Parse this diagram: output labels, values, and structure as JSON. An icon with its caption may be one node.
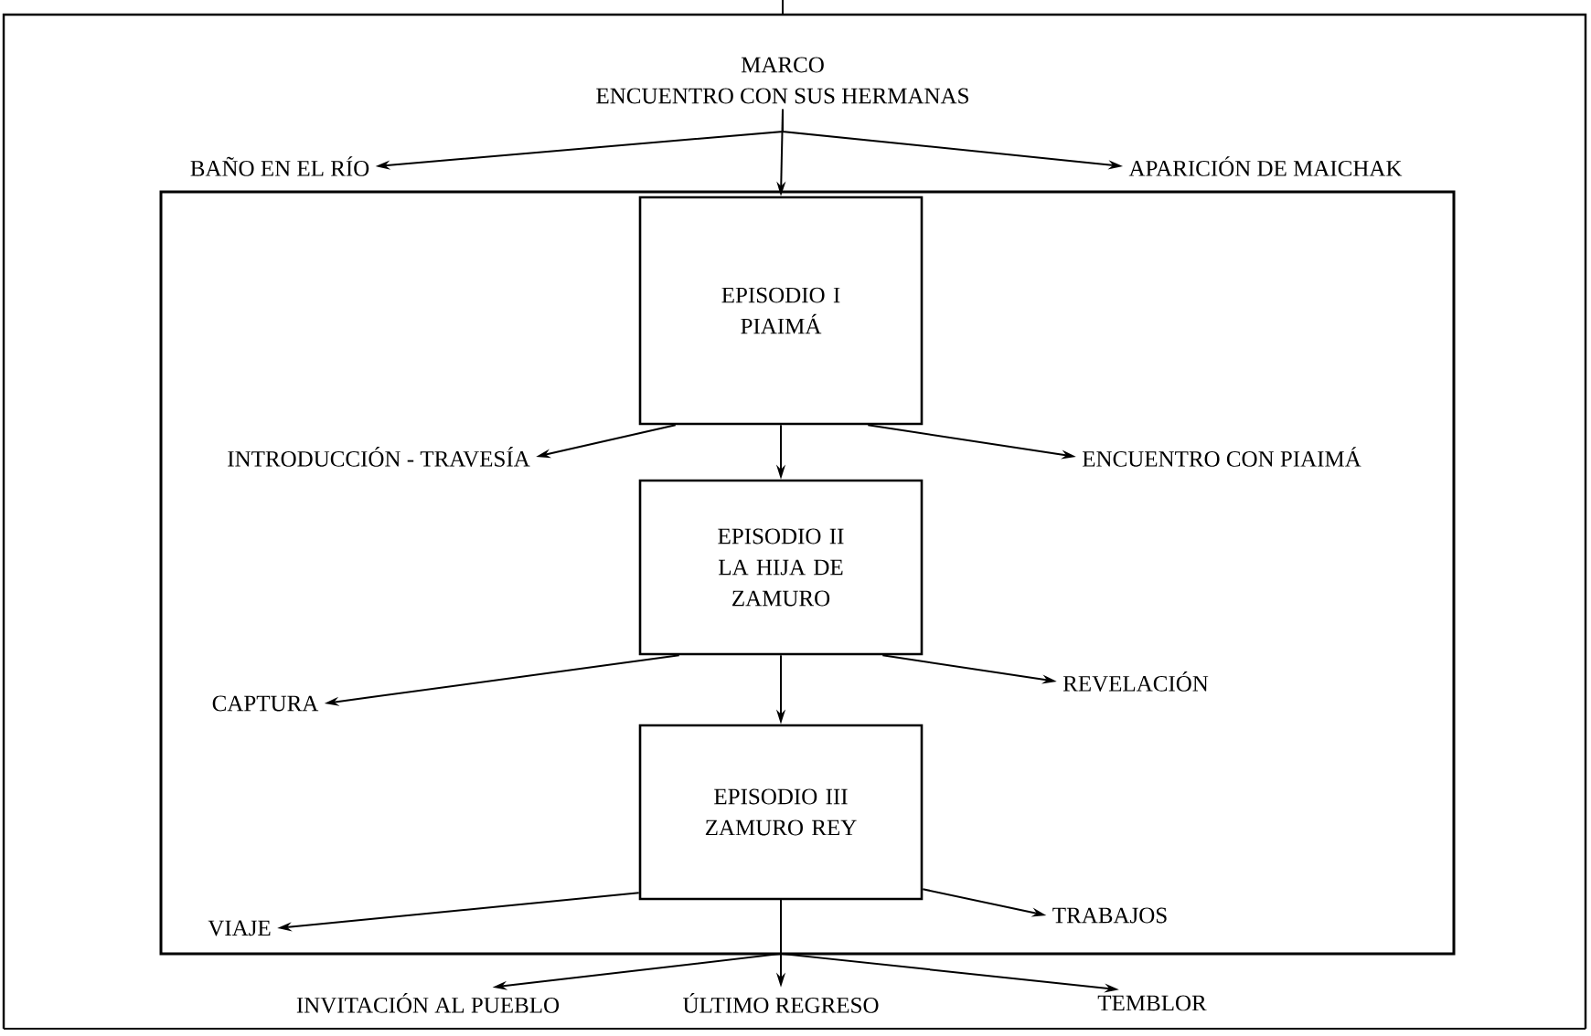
{
  "diagram": {
    "nodes": [
      {
        "text": [
          "MARCO",
          "ENCUENTRO CON SUS HERMANAS"
        ]
      },
      {
        "text": [
          "BAÑO EN EL RÍO"
        ]
      },
      {
        "text": [
          "APARICIÓN DE MAICHAK"
        ]
      },
      {
        "text": [],
        "shape": "box"
      },
      {
        "text": [
          "EPISODIO I",
          "PIAIMÁ"
        ],
        "in": 3
      },
      {
        "text": [
          "INTRODUCCIÓN - TRAVESÍA"
        ],
        "in": 3
      },
      {
        "text": [
          "ENCUENTRO CON PIAIMÁ"
        ],
        "in": 3
      },
      {
        "text": [
          "EPISODIO II",
          "LA HIJA DE ZAMURO"
        ],
        "in": 3
      },
      {
        "text": [
          "CAPTURA"
        ],
        "in": 3
      },
      {
        "text": [
          "REVELACIÓN"
        ],
        "in": 3
      },
      {
        "text": [
          "EPISODIO III",
          "ZAMURO REY"
        ],
        "in": 3
      },
      {
        "text": [
          "VIAJE"
        ],
        "in": 3
      },
      {
        "text": [
          "TRABAJOS"
        ],
        "in": 3
      },
      {
        "text": [
          "INVITACIÓN AL PUEBLO"
        ]
      },
      {
        "text": [
          "ÚLTIMO REGRESO"
        ]
      },
      {
        "text": [
          "TEMBLOR"
        ]
      }
    ],
    "edges": [
      {
        "from": 0,
        "to": 1,
        "arrow": "to"
      },
      {
        "from": 0,
        "to": 2,
        "arrow": "to"
      },
      {
        "from": 0,
        "to": 4,
        "arrow": "to"
      },
      {
        "from": 4,
        "to": 5,
        "arrow": "to"
      },
      {
        "from": 4,
        "to": 6,
        "arrow": "to"
      },
      {
        "from": 4,
        "to": 7,
        "arrow": "to"
      },
      {
        "from": 7,
        "to": 8,
        "arrow": "to"
      },
      {
        "from": 7,
        "to": 9,
        "arrow": "to"
      },
      {
        "from": 7,
        "to": 10,
        "arrow": "to"
      },
      {
        "from": 10,
        "to": 11,
        "arrow": "to"
      },
      {
        "from": 10,
        "to": 12,
        "arrow": "to"
      },
      {
        "from": 10,
        "to": 14,
        "arrow": "to"
      },
      {
        "from": 10,
        "to": 13,
        "arrow": "to"
      },
      {
        "from": 10,
        "to": 15,
        "arrow": "to"
      }
    ]
  }
}
